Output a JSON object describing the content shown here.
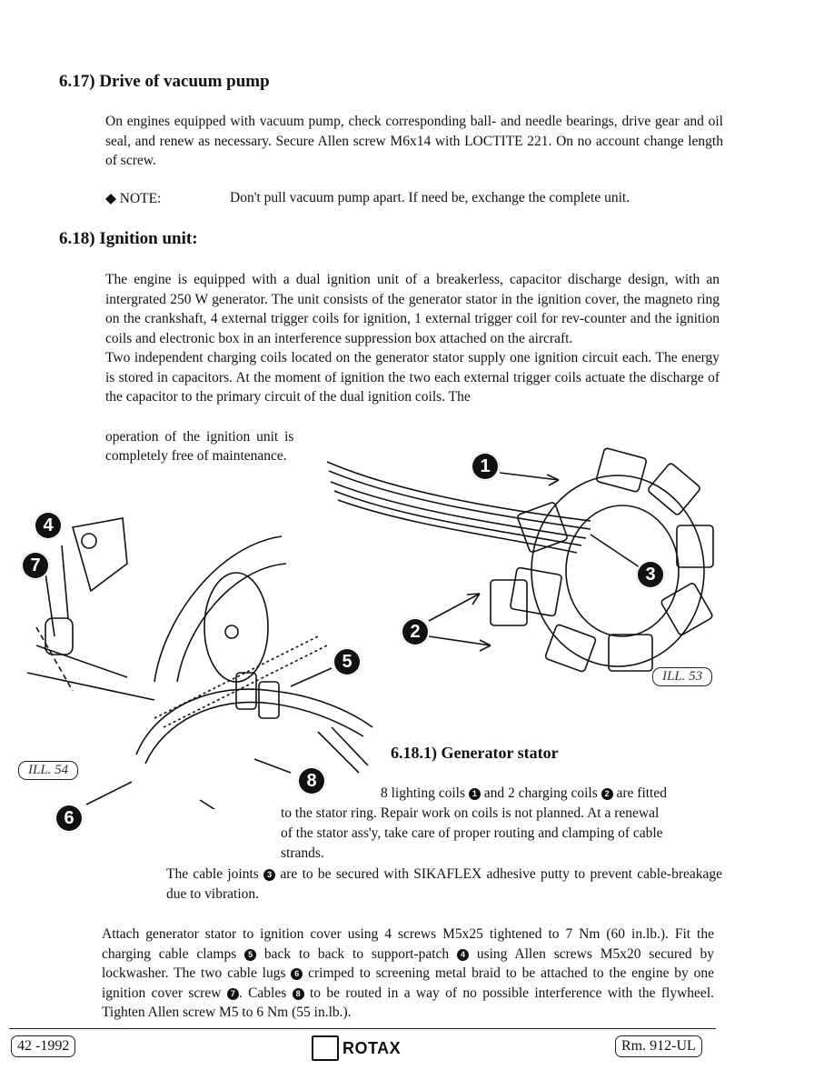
{
  "section_617": {
    "heading": "6.17) Drive of vacuum pump",
    "body": "On engines equipped with vacuum pump, check corresponding ball- and needle bearings, drive gear and oil seal, and renew as necessary. Secure Allen screw M6x14 with LOCTITE 221. On no account change length of screw.",
    "note_label": "◆ NOTE:",
    "note_text": "Don't pull vacuum pump apart. If need be, exchange the complete unit."
  },
  "section_618": {
    "heading": "6.18) Ignition unit:",
    "p1": "The engine is equipped with a dual ignition unit of a breakerless, capacitor discharge design, with an intergrated 250 W generator. The unit consists of the generator stator in the ignition cover, the magneto ring on the crankshaft, 4 external trigger coils for ignition, 1 external trigger coil for rev-counter and the ignition coils and electronic box in an interference suppression box attached on the aircraft.",
    "p2_line1": "Two independent charging coils located on the generator stator supply one ignition circuit each. The energy is stored in capacitors. At the moment of ignition the two each external trigger coils actuate the discharge of the capacitor to the primary circuit of the dual ignition coils. The",
    "p2_line2": "operation of the ignition unit is",
    "p2_line3": "completely free of maintenance."
  },
  "section_6181": {
    "heading": "6.18.1) Generator stator",
    "t1": "8 lighting coils ",
    "n1": "1",
    "t2": " and 2 charging coils ",
    "n2": "2",
    "t3": " are fitted",
    "line2": "to the stator ring. Repair work on coils is not planned. At a renewal",
    "line3": "of the stator ass'y, take care of proper routing and clamping of cable",
    "line4": "strands.",
    "j1": "The cable joints ",
    "n3": "3",
    "j2": " are to be secured with SIKAFLEX adhesive putty to prevent cable-breakage due to vibration."
  },
  "closing": {
    "a": "Attach generator stator to ignition cover using 4 screws M5x25 tightened to 7 Nm (60 in.lb.). Fit the charging cable clamps ",
    "n5": "5",
    "b": " back to back to support-patch ",
    "n4": "4",
    "c": " using Allen screws M5x20 secured by lockwasher. The two cable lugs ",
    "n6": "6",
    "d": " crimped to screening metal braid to be attached to the engine by one ignition cover screw ",
    "n7": "7",
    "e": ". Cables ",
    "n8": "8",
    "f": " to be routed in a way of no possible interference with the flywheel. Tighten Allen screw M5 to 6 Nm (55 in.lb.)."
  },
  "illustrations": {
    "ill53": "ILL. 53",
    "ill54": "ILL. 54",
    "callouts": [
      "1",
      "2",
      "3",
      "4",
      "5",
      "6",
      "7",
      "8"
    ]
  },
  "footer": {
    "left": "42 -1992",
    "logo": "ROTAX",
    "right": "Rm. 912-UL"
  }
}
